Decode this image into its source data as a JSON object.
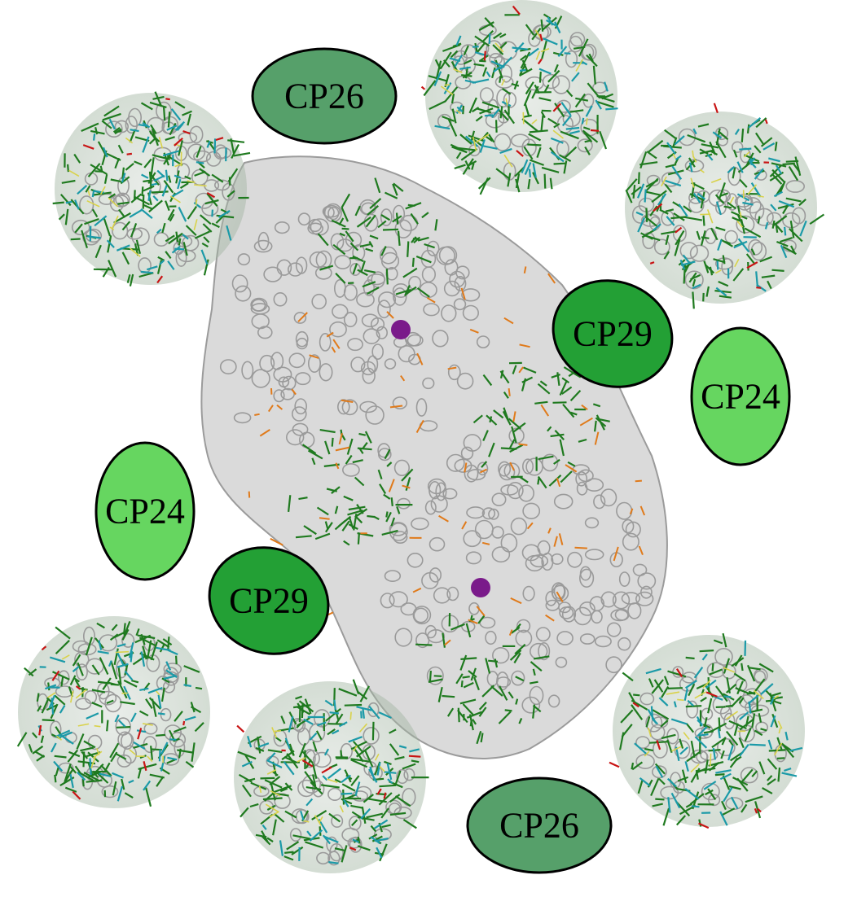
{
  "colors": {
    "background": "#ffffff",
    "protein": "#9a9a9a",
    "chlorophyll_a": "#1f7a1f",
    "chlorophyll_b": "#1b9aa8",
    "carotenoid": "#e07a1a",
    "lipid": "#c81414",
    "lutein": "#d9d24a",
    "heme": "#7a1a8a"
  },
  "subunits": {
    "cp26_top": {
      "label": "CP26",
      "color": "#56a06a"
    },
    "cp29_right": {
      "label": "CP29",
      "color": "#23a035"
    },
    "cp24_right": {
      "label": "CP24",
      "color": "#66d660"
    },
    "cp24_left": {
      "label": "CP24",
      "color": "#66d660"
    },
    "cp29_left": {
      "label": "CP29",
      "color": "#23a035"
    },
    "cp26_bottom": {
      "label": "CP26",
      "color": "#56a06a"
    }
  }
}
